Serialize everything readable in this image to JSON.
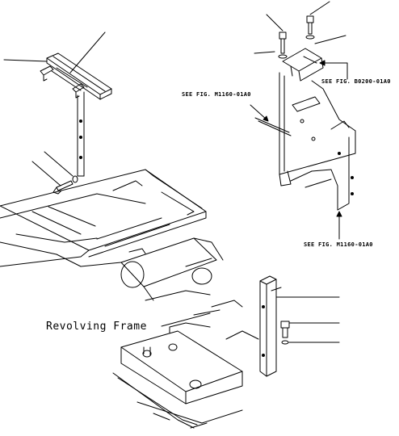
{
  "labels": {
    "ref_b0200": "SEE FIG. B0200-01A0",
    "ref_m1160_top": "SEE FIG. M1160-01A0",
    "ref_m1160_bottom": "SEE FIG. M1160-01A0",
    "frame": "Revolving Frame"
  },
  "colors": {
    "ink": "#000000",
    "paper": "#ffffff"
  }
}
